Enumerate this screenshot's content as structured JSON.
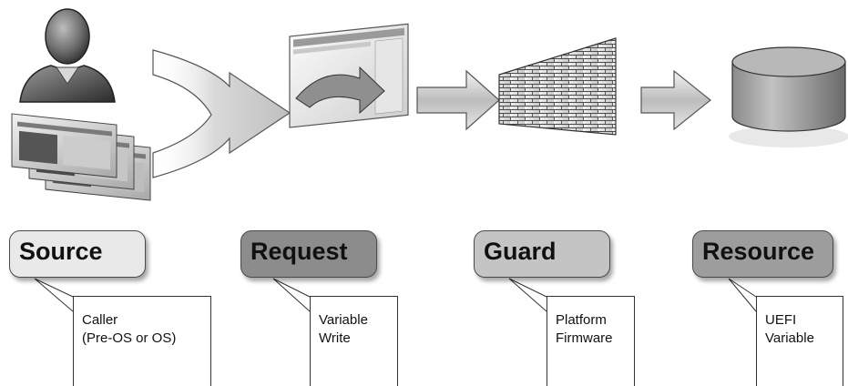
{
  "stages": [
    {
      "title": "Source",
      "description": [
        "Caller",
        "(Pre-OS or OS)"
      ],
      "color": "#e9e9e9"
    },
    {
      "title": "Request",
      "description": [
        "Variable",
        "Write"
      ],
      "color": "#8c8c8c"
    },
    {
      "title": "Guard",
      "description": [
        "Platform",
        "Firmware"
      ],
      "color": "#c4c4c4"
    },
    {
      "title": "Resource",
      "description": [
        "UEFI",
        "Variable"
      ],
      "color": "#9d9d9d"
    }
  ],
  "icons": [
    "user-icon",
    "web-pages-icon",
    "application-window-icon",
    "firewall-icon",
    "database-icon"
  ]
}
